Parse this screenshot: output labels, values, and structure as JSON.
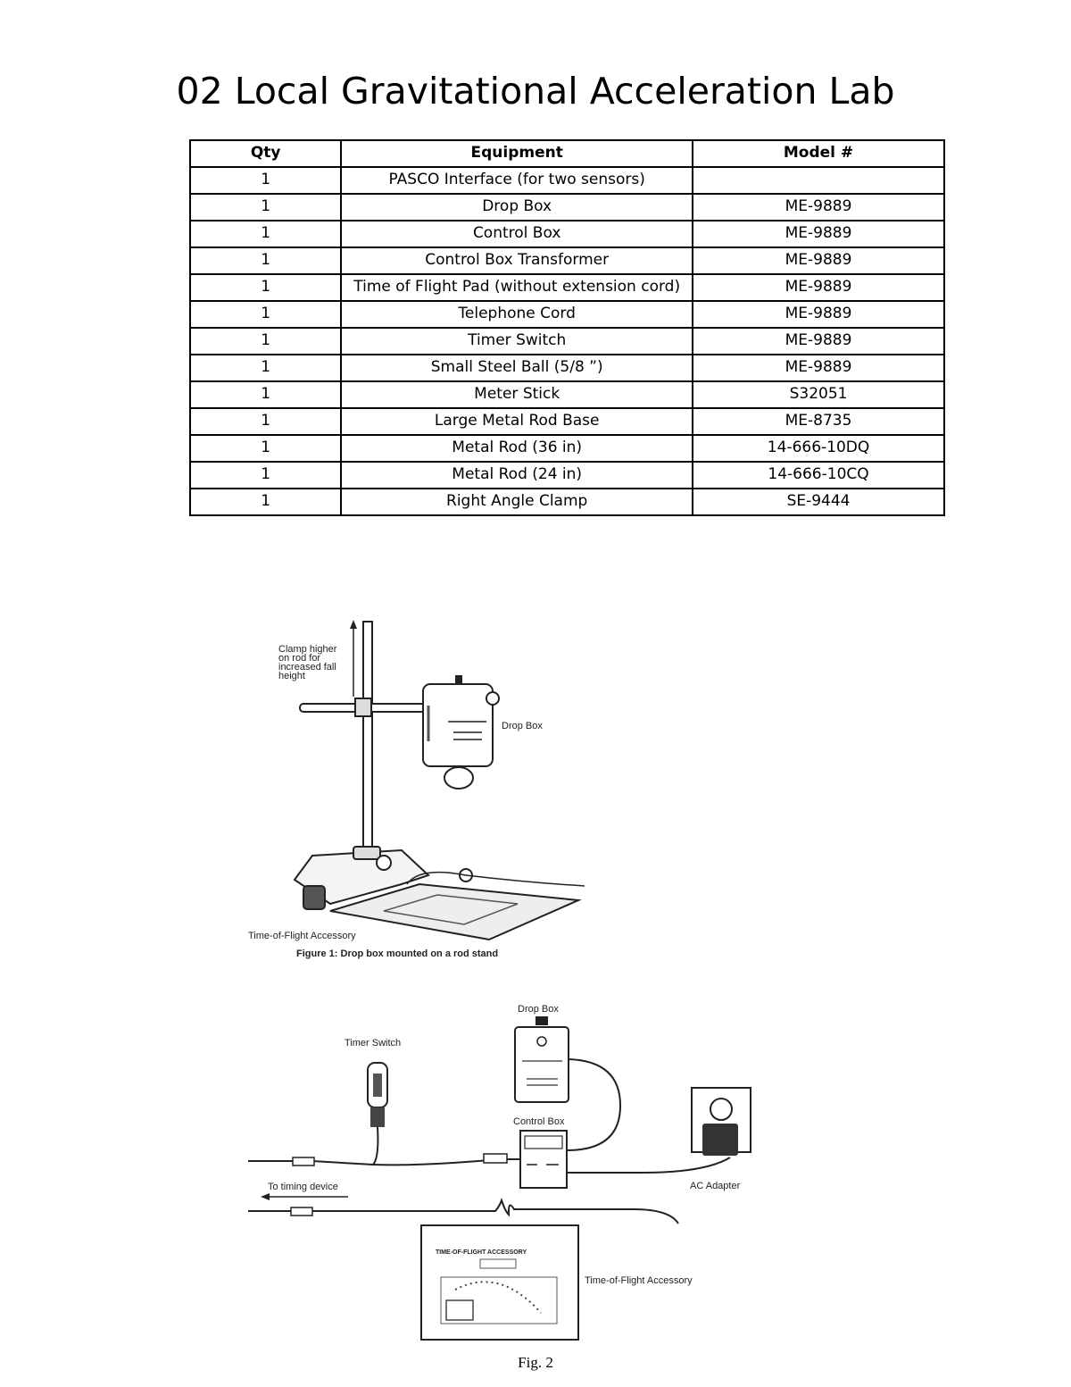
{
  "title": "02 Local Gravitational Acceleration Lab",
  "table": {
    "headers": [
      "Qty",
      "Equipment",
      "Model #"
    ],
    "rows": [
      [
        "1",
        "PASCO Interface (for two sensors)",
        ""
      ],
      [
        "1",
        "Drop Box",
        "ME-9889"
      ],
      [
        "1",
        "Control Box",
        "ME-9889"
      ],
      [
        "1",
        "Control Box Transformer",
        "ME-9889"
      ],
      [
        "1",
        "Time of Flight Pad (without extension cord)",
        "ME-9889"
      ],
      [
        "1",
        "Telephone Cord",
        "ME-9889"
      ],
      [
        "1",
        "Timer Switch",
        "ME-9889"
      ],
      [
        "1",
        "Small Steel Ball (5/8 ”)",
        "ME-9889"
      ],
      [
        "1",
        "Meter Stick",
        "S32051"
      ],
      [
        "1",
        "Large Metal Rod Base",
        "ME-8735"
      ],
      [
        "1",
        "Metal Rod (36 in)",
        "14-666-10DQ"
      ],
      [
        "1",
        "Metal Rod (24 in)",
        "14-666-10CQ"
      ],
      [
        "1",
        "Right Angle Clamp",
        "SE-9444"
      ]
    ]
  },
  "figure1": {
    "clamp_note": [
      "Clamp higher",
      "on rod for",
      "increased fall",
      "height"
    ],
    "drop_box_label": "Drop Box",
    "accessory_label": "Time-of-Flight Accessory",
    "caption": "Figure 1: Drop box mounted on a rod stand"
  },
  "figure2": {
    "drop_box_label": "Drop Box",
    "timer_switch_label": "Timer Switch",
    "control_box_label": "Control Box",
    "ac_adapter_label": "AC Adapter",
    "timing_device_label": "To timing device",
    "accessory_label": "Time-of-Flight Accessory",
    "pad_title": "TIME-OF-FLIGHT ACCESSORY",
    "caption": "Fig. 2"
  }
}
